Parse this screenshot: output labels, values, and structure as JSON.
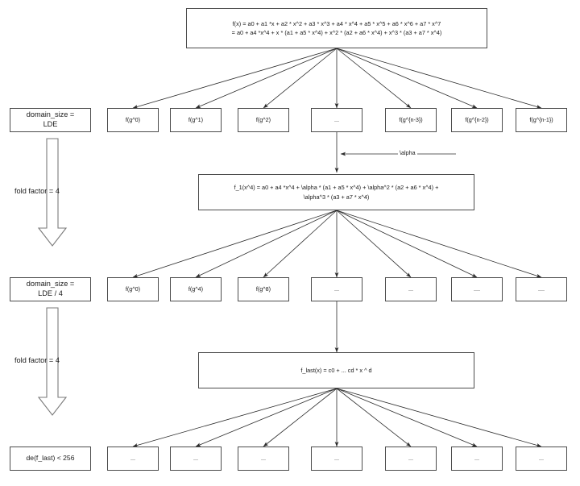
{
  "diagram": {
    "title": "FRI folding / low degree extension diagram",
    "background": "#ffffff",
    "stroke": "#4c4c4c",
    "arrow_color": "#2b2b2b",
    "nodes": {
      "poly_top": "f(x) = a0 + a1 *x + a2 * x^2 + a3 * x^3 + a4 * x^4 + a5 * x^5 + a6 * x^6 + a7 * x^7\n    = a0 + a4 *x^4 + x * (a1  + a5 * x^4) + x^2 * (a2  + a6 * x^4) + x^3 * (a3 + a7 * x^4)",
      "poly_fold1": "f_1(x^4) = a0 + a4 *x^4 + \\alpha * (a1  + a5 * x^4) + \\alpha^2 * (a2  + a6 * x^4) +\n\\alpha^3 * (a3 + a7 * x^4)",
      "poly_last": "f_last(x) = c0 + ... cd * x ^ d"
    },
    "rows": {
      "row1_label": "domain_size =\nLDE",
      "row1_cells": [
        "f(g^0)",
        "f(g^1)",
        "f(g^2)",
        "...",
        "f(g^{n-3})",
        "f(g^{n-2})",
        "f(g^{n-1})"
      ],
      "row2_label": "domain_size =\nLDE / 4",
      "row2_cells": [
        "f(g^0)",
        "f(g^4)",
        "f(g^8)",
        "...",
        "...",
        "....",
        "...."
      ],
      "row3_label": "de(f_last) < 256",
      "row3_cells": [
        "...",
        "...",
        "...",
        "...",
        "...",
        "...",
        "..."
      ]
    },
    "annotations": {
      "alpha_label": "\\alpha",
      "fold_factor_1": "fold factor = 4",
      "fold_factor_2": "fold factor = 4"
    }
  }
}
